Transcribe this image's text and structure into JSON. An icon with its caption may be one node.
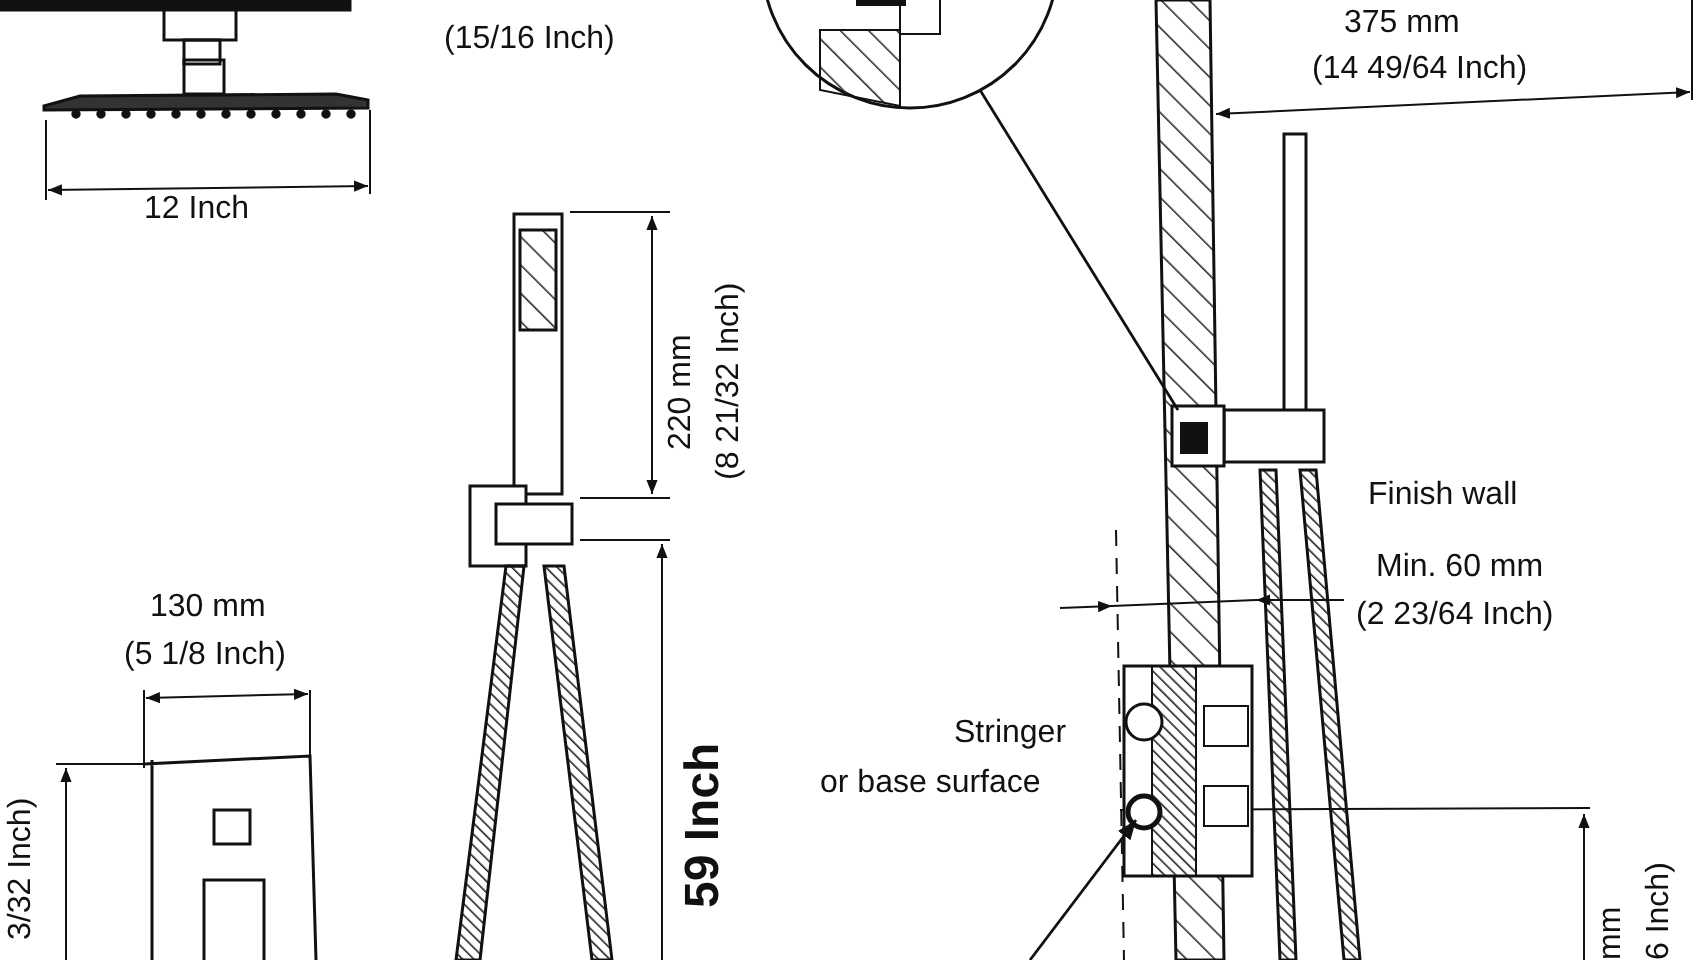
{
  "diagram": {
    "nodes": [
      {
        "text": [],
        "shape": "circle"
      },
      {
        "text": [],
        "shape": "box"
      },
      {
        "text": [],
        "shape": "box"
      }
    ],
    "edges": [
      {
        "from": 0,
        "to": 1,
        "arrow": "none"
      },
      {
        "from": null,
        "to": 2,
        "arrow": "to"
      }
    ],
    "labels": [
      "(15/16 Inch)",
      "375 mm",
      "(14 49/64 Inch)",
      "12 Inch",
      "220 mm",
      "(8 21/32 Inch)",
      "Finish wall",
      "Min. 60 mm",
      "(2 23/64 Inch)",
      "130 mm",
      "(5 1/8 Inch)",
      "3/32 Inch)",
      "Stringer",
      "or base surface",
      "59 Inch",
      "mm",
      "6 Inch)"
    ]
  }
}
